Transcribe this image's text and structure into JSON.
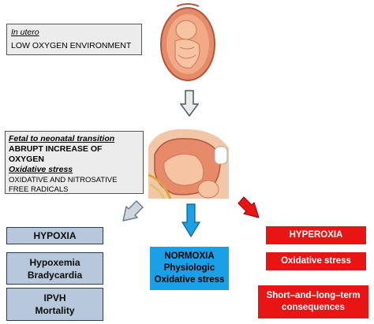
{
  "in_utero": {
    "heading": "In utero",
    "body": "LOW OXYGEN ENVIRONMENT"
  },
  "transition": {
    "heading": "Fetal to neonatal transition",
    "abrupt": "ABRUPT INCREASE OF OXYGEN",
    "stress": "Oxidative stress",
    "radicals_line1": "OXIDATIVE AND NITROSATIVE",
    "radicals_line2": "FREE RADICALS"
  },
  "hypoxia": {
    "title": "HYPOXIA",
    "effects_line1": "Hypoxemia",
    "effects_line2": "Bradycardia",
    "outcomes_line1": "IPVH",
    "outcomes_line2": "Mortality"
  },
  "normoxia": {
    "title": "NORMOXIA",
    "line2": "Physiologic",
    "line3": "Oxidative stress"
  },
  "hyperoxia": {
    "title": "HYPEROXIA",
    "stress": "Oxidative stress",
    "conseq_line1": "Short–and–long–term",
    "conseq_line2": "consequences"
  },
  "colors": {
    "steel_box": "#b7c7dc",
    "normoxia_box": "#1aa0e6",
    "hyperoxia_box": "#e91515",
    "down_arrow_blue": "#1aa0e6",
    "arrow_red": "#e91515",
    "arrow_grey": "#cfd6de"
  },
  "icons": [
    "fetus-in-utero-illustration",
    "newborn-birth-illustration",
    "down-arrow",
    "left-down-arrow",
    "right-down-arrow"
  ]
}
